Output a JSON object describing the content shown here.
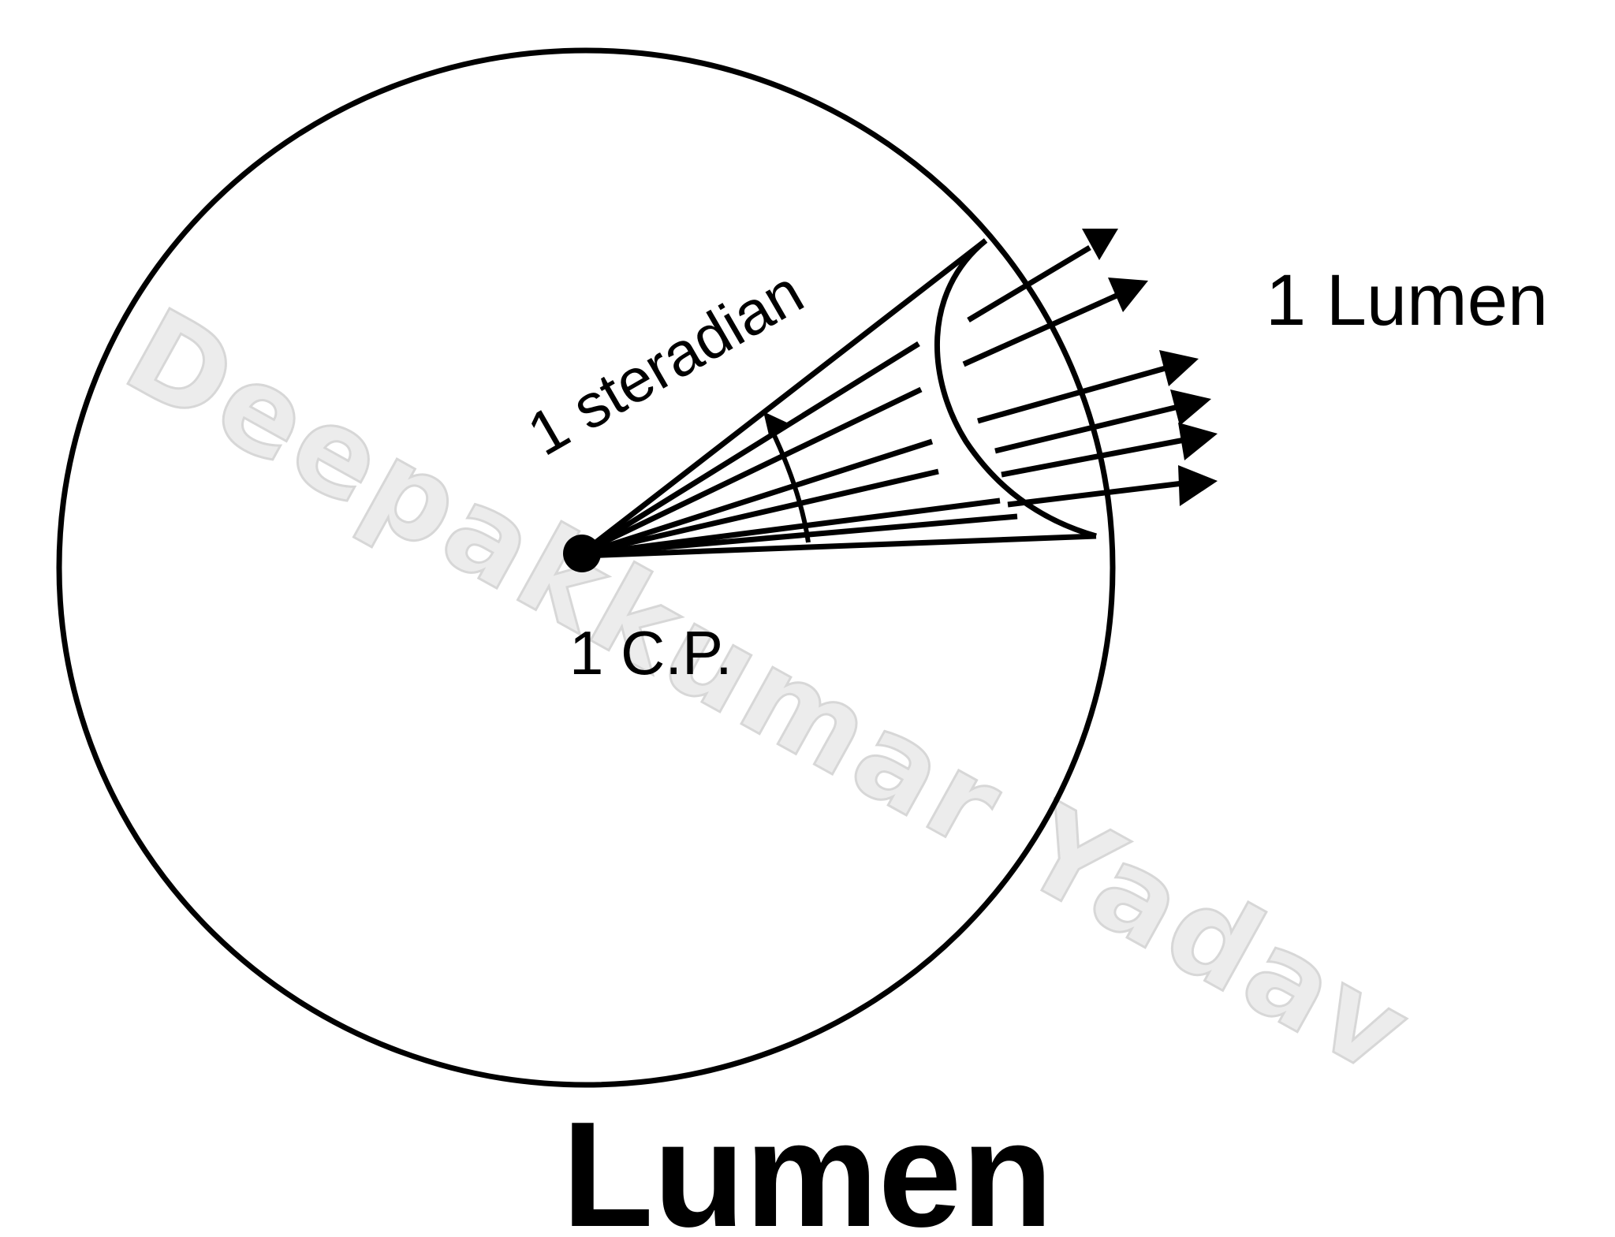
{
  "diagram": {
    "title": "Lumen",
    "solid_angle_label": "1 steradian",
    "flux_label": "1 Lumen",
    "source_label": "1 C.P.",
    "watermark": "Deepakkumar Yadav"
  },
  "colors": {
    "ink": "#000000",
    "background": "#ffffff",
    "watermark_fill": "#ececec",
    "watermark_stroke": "#d7d7d7"
  }
}
